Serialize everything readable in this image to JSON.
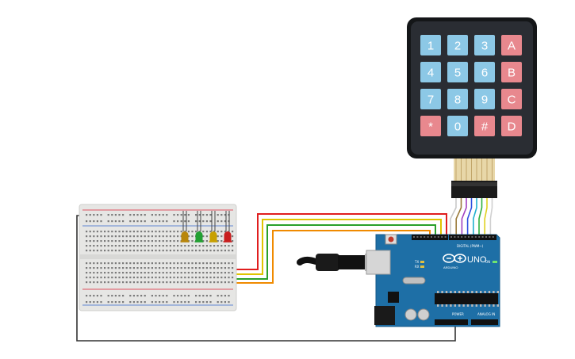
{
  "keypad": {
    "rows": [
      [
        {
          "label": "1",
          "kind": "digit"
        },
        {
          "label": "2",
          "kind": "digit"
        },
        {
          "label": "3",
          "kind": "digit"
        },
        {
          "label": "A",
          "kind": "letter"
        }
      ],
      [
        {
          "label": "4",
          "kind": "digit"
        },
        {
          "label": "5",
          "kind": "digit"
        },
        {
          "label": "6",
          "kind": "digit"
        },
        {
          "label": "B",
          "kind": "letter"
        }
      ],
      [
        {
          "label": "7",
          "kind": "digit"
        },
        {
          "label": "8",
          "kind": "digit"
        },
        {
          "label": "9",
          "kind": "digit"
        },
        {
          "label": "C",
          "kind": "letter"
        }
      ],
      [
        {
          "label": "*",
          "kind": "letter"
        },
        {
          "label": "0",
          "kind": "digit"
        },
        {
          "label": "#",
          "kind": "letter"
        },
        {
          "label": "D",
          "kind": "letter"
        }
      ]
    ],
    "colors": {
      "digit": "#8cc8e6",
      "letter": "#e8888e",
      "body": "#2a2d33",
      "frame": "#141618"
    }
  },
  "arduino": {
    "model_label": "UNO",
    "brand_label": "ARDUINO",
    "digital_header_label": "DIGITAL (PWM~)",
    "power_label": "POWER",
    "analog_label": "ANALOG IN",
    "on_label": "ON",
    "tx_label": "TX",
    "rx_label": "RX",
    "board_color": "#1e6fa6"
  },
  "leds": [
    {
      "color": "#b8860b",
      "name": "led-amber"
    },
    {
      "color": "#22a032",
      "name": "led-green"
    },
    {
      "color": "#c8a000",
      "name": "led-yellow"
    },
    {
      "color": "#c81e1e",
      "name": "led-red"
    }
  ],
  "wire_colors": {
    "red": "#e01e1e",
    "yellow": "#e0c400",
    "green": "#2aa02a",
    "orange": "#f08a00",
    "black": "#333333",
    "keypad": [
      "#c8c8c8",
      "#9a7a3a",
      "#a040c0",
      "#3050e0",
      "#20b0d0",
      "#30b040",
      "#e0d020",
      "#d0d0d0"
    ]
  }
}
